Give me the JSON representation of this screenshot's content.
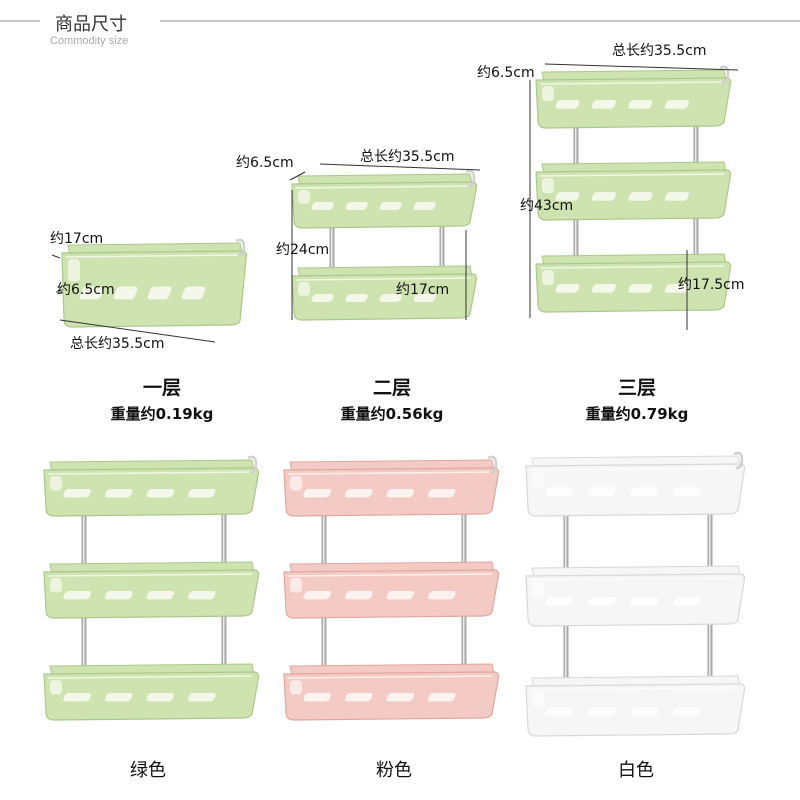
{
  "header": {
    "title": "商品尺寸",
    "subtitle": "Commodity size"
  },
  "sizes": {
    "one_tier": {
      "name": "一层",
      "weight": "重量约0.19kg",
      "dims": [
        "约17cm",
        "约6.5cm",
        "总长约35.5cm"
      ]
    },
    "two_tier": {
      "name": "二层",
      "weight": "重量约0.56kg",
      "dims": [
        "约6.5cm",
        "总长约35.5cm",
        "约24cm",
        "约17cm"
      ]
    },
    "three_tier": {
      "name": "三层",
      "weight": "重量约0.79kg",
      "dims": [
        "总长约35.5cm",
        "约6.5cm",
        "约43cm",
        "约17.5cm"
      ]
    }
  },
  "colors": {
    "green": {
      "label": "绿色",
      "fill": "#cfe3b0",
      "stroke": "#a9c98a"
    },
    "pink": {
      "label": "粉色",
      "fill": "#f3cbc4",
      "stroke": "#e0a79d"
    },
    "white": {
      "label": "白色",
      "fill": "#f6f6f6",
      "stroke": "#d8d8d8"
    }
  }
}
